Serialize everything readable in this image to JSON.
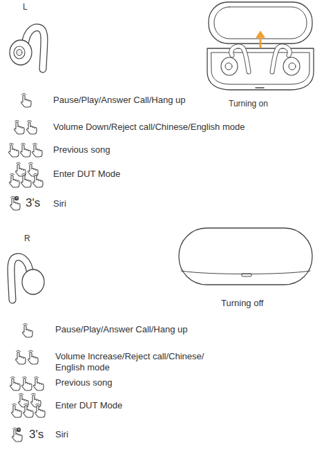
{
  "diagram": {
    "labels": [
      "L",
      "Pause/Play/Answer Call/Hang up",
      "Volume Down/Reject call/Chinese/English mode",
      "Previous song",
      "Enter DUT Mode",
      "3's",
      "Siri",
      "Turning on",
      "R",
      "Pause/Play/Answer Call/Hang up",
      "Volume Increase/Reject call/Chinese/ English mode",
      "Previous song",
      "Enter DUT Mode",
      "3's",
      "Siri",
      "Turning off"
    ]
  }
}
